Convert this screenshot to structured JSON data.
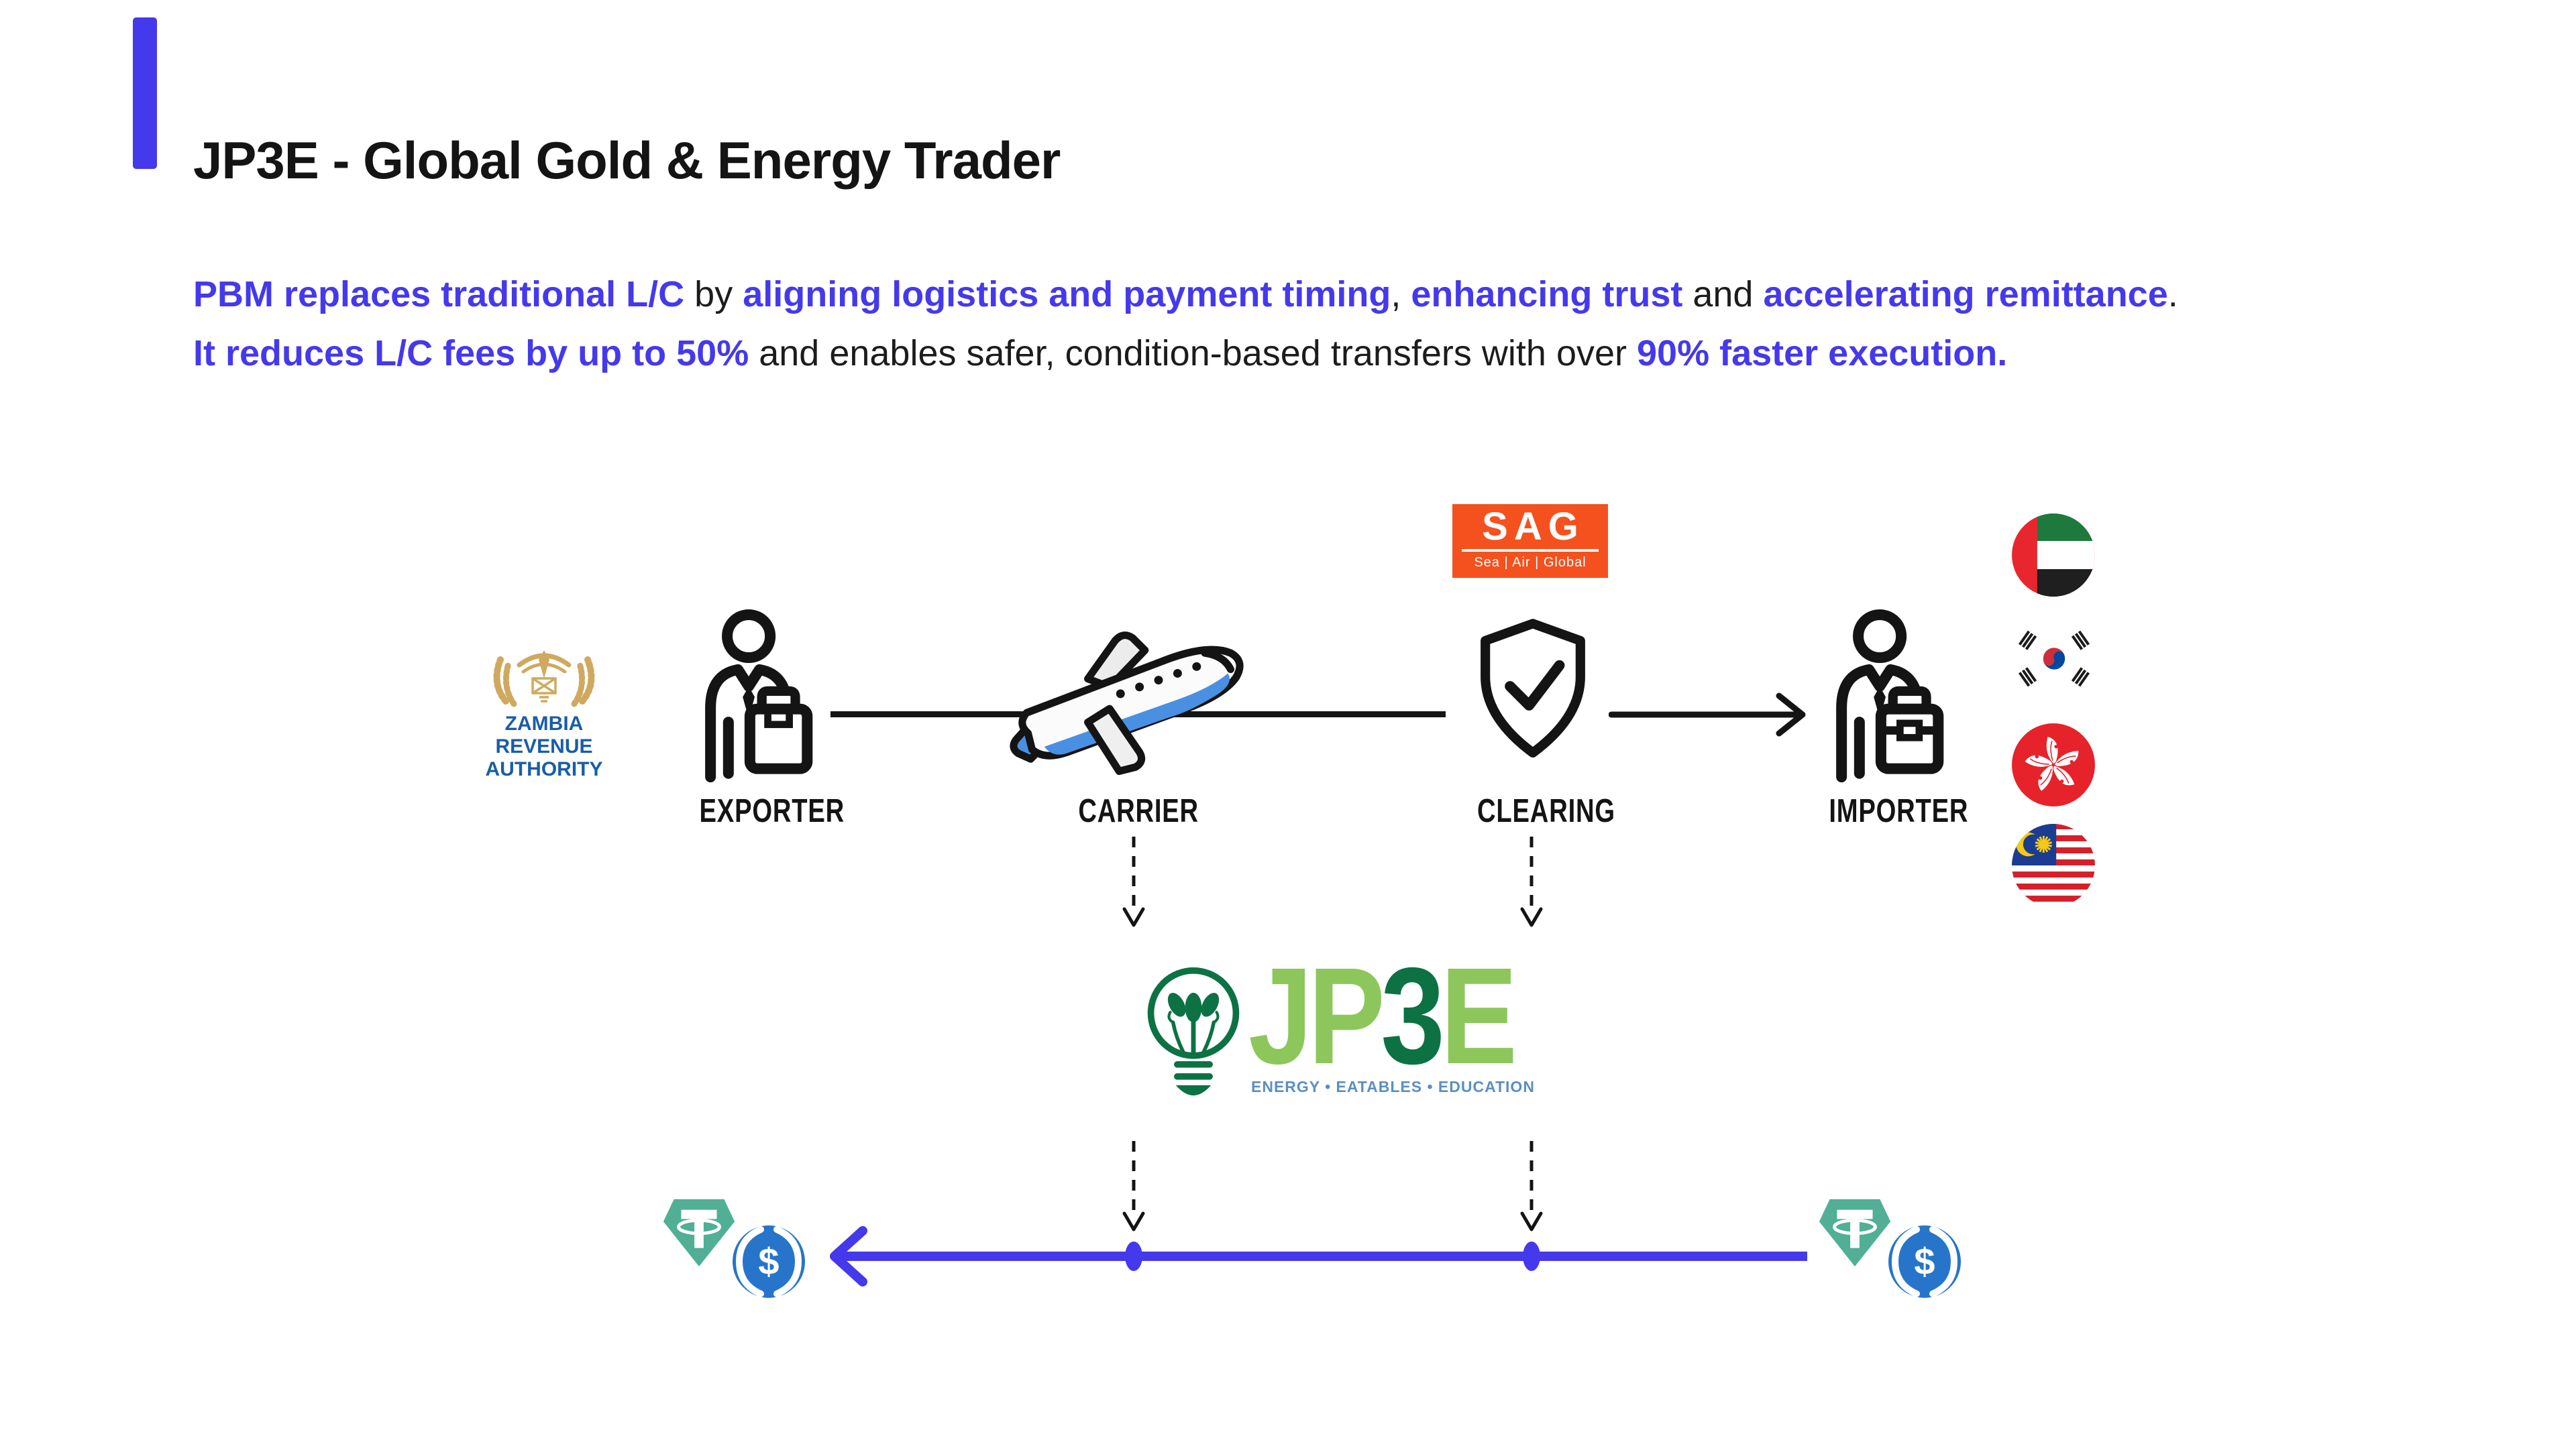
{
  "colors": {
    "accent": "#4539ec",
    "sag-orange": "#f4511e",
    "zra-blue": "#1a5da8",
    "zra-gold": "#cfa95f",
    "jp3e-light": "#8dc75b",
    "jp3e-dark": "#0c7244",
    "jp3e-tagline": "#5b8ec4",
    "tether-green": "#50af95",
    "usdc-blue": "#2775ca",
    "plane-blue": "#4a90e2"
  },
  "header": {
    "title": "JP3E - Global Gold & Energy Trader"
  },
  "intro": {
    "line1": [
      {
        "text": "PBM replaces traditional L/C",
        "emphasis": true
      },
      {
        "text": " by ",
        "emphasis": false
      },
      {
        "text": "aligning logistics and payment timing",
        "emphasis": true
      },
      {
        "text": ", ",
        "emphasis": false
      },
      {
        "text": "enhancing trust",
        "emphasis": true
      },
      {
        "text": " and ",
        "emphasis": false
      },
      {
        "text": "accelerating remittance",
        "emphasis": true
      },
      {
        "text": ".",
        "emphasis": false
      }
    ],
    "line2": [
      {
        "text": "It reduces L/C fees by up to 50%",
        "emphasis": true
      },
      {
        "text": " and enables safer, condition-based transfers with over ",
        "emphasis": false
      },
      {
        "text": "90% faster execution.",
        "emphasis": true
      }
    ]
  },
  "flow": {
    "stage_labels": [
      "EXPORTER",
      "CARRIER",
      "CLEARING",
      "IMPORTER"
    ]
  },
  "zra": {
    "line1": "ZAMBIA REVENUE",
    "line2": "AUTHORITY"
  },
  "sag": {
    "title": "SAG",
    "subtitle": "Sea | Air | Global"
  },
  "jp3e": {
    "jp": "JP",
    "three": "3",
    "e": "E",
    "tagline": "ENERGY • EATABLES • EDUCATION"
  },
  "flags": [
    {
      "name": "uae-flag"
    },
    {
      "name": "south-korea-flag"
    },
    {
      "name": "hong-kong-flag"
    },
    {
      "name": "malaysia-flag"
    }
  ],
  "crypto_icons": [
    "tether",
    "usdc"
  ]
}
